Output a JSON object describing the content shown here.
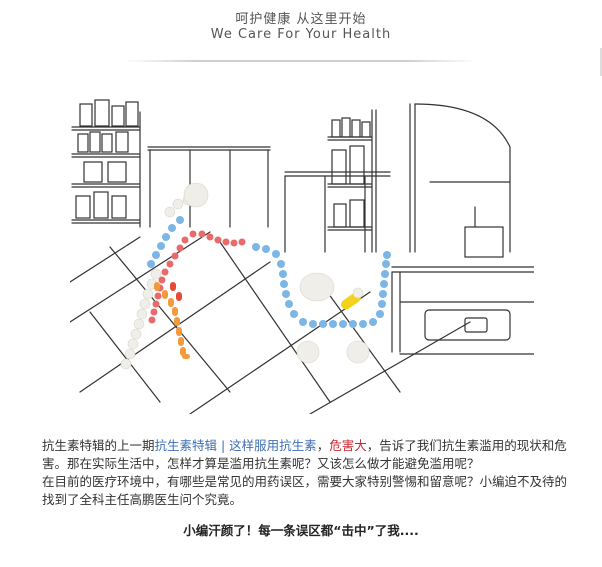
{
  "header": {
    "tagline_cn": "呵护健康 从这里开始",
    "tagline_en": "We Care For Your Health"
  },
  "illustration": {
    "description_icon": "pill-figure-pharmacy-illustration",
    "colors": {
      "pill_red": "#e96a6a",
      "pill_blue": "#7cb6e6",
      "pill_orange": "#f39a3a",
      "pill_white": "#f2f0ea",
      "pill_yellow": "#f2d21a",
      "sketch": "#333333"
    }
  },
  "article": {
    "p1_prefix": "抗生素特辑的上一期",
    "p1_link": "抗生素特辑 | 这样服用抗生素",
    "p1_comma": "，",
    "p1_red": "危害大",
    "p1_suffix": "，告诉了我们抗生素滥用的现状和危害。那在实际生活中，怎样才算是滥用抗生素呢？又该怎么做才能避免滥用呢？",
    "p2": "在目前的医疗环境中，有哪些是常见的用药误区，需要大家特别警惕和留意呢？小编迫不及待的找到了全科主任高鹏医生问个究竟。",
    "closing": "小编汗颜了！每一条误区都“击中”了我...."
  }
}
